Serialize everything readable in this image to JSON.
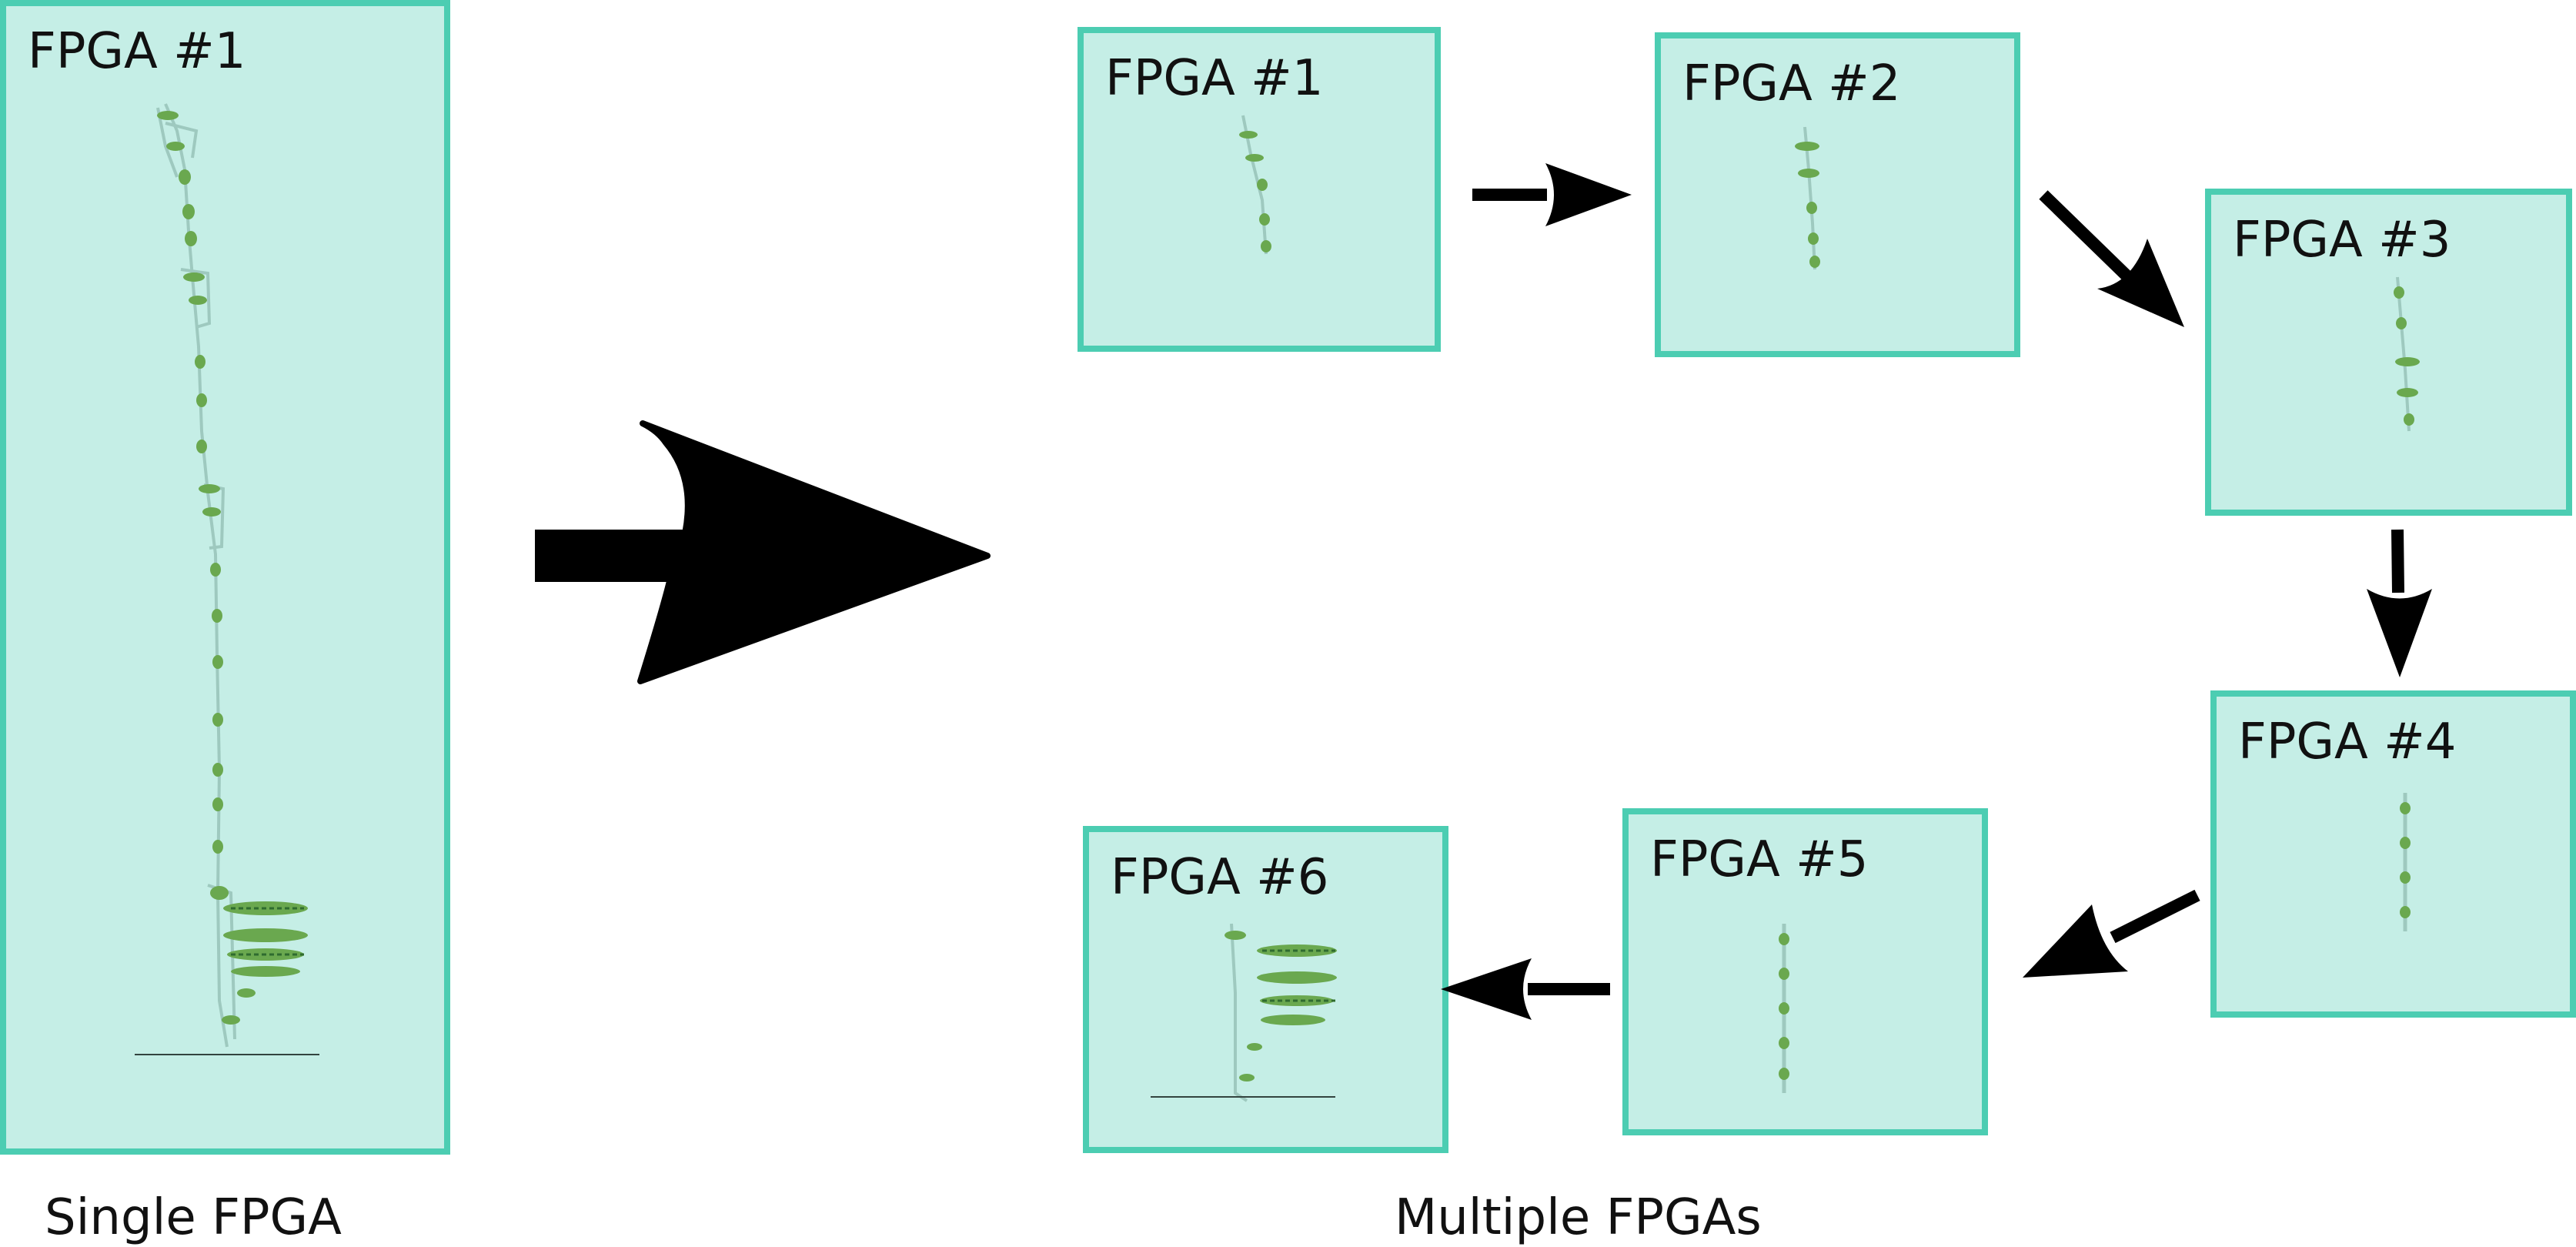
{
  "single": {
    "box_title": "FPGA #1",
    "caption": "Single FPGA"
  },
  "multiple": {
    "boxes": [
      {
        "title": "FPGA #1"
      },
      {
        "title": "FPGA #2"
      },
      {
        "title": "FPGA #3"
      },
      {
        "title": "FPGA #4"
      },
      {
        "title": "FPGA #5"
      },
      {
        "title": "FPGA #6"
      }
    ],
    "caption": "Multiple FPGAs"
  },
  "colors": {
    "box_fill": "#c5eee6",
    "box_border": "#4ccdb2",
    "network_stroke": "#9ec9bf",
    "node_fill": "#6aa84f",
    "arrow": "#000000"
  }
}
